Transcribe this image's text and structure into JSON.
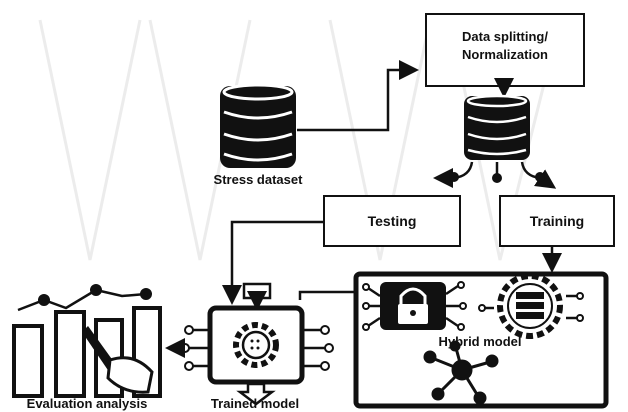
{
  "nodes": {
    "data_splitting": {
      "line1": "Data splitting/",
      "line2": "Normalization"
    },
    "stress_dataset": "Stress dataset",
    "testing": "Testing",
    "training": "Training",
    "hybrid_model": "Hybrid model",
    "trained_model": "Trained model",
    "evaluation_analysis": "Evaluation analysis"
  },
  "icons": {
    "dataset": "database-icon",
    "split": "database-icon",
    "hybrid_lock": "lock-icon",
    "hybrid_server": "server-gear-icon",
    "hybrid_network": "network-icon",
    "trained": "gear-chip-icon",
    "evaluation": "bar-chart-pen-icon"
  },
  "colors": {
    "line": "#111111",
    "background": "#ffffff",
    "icon_fill": "#111111"
  }
}
